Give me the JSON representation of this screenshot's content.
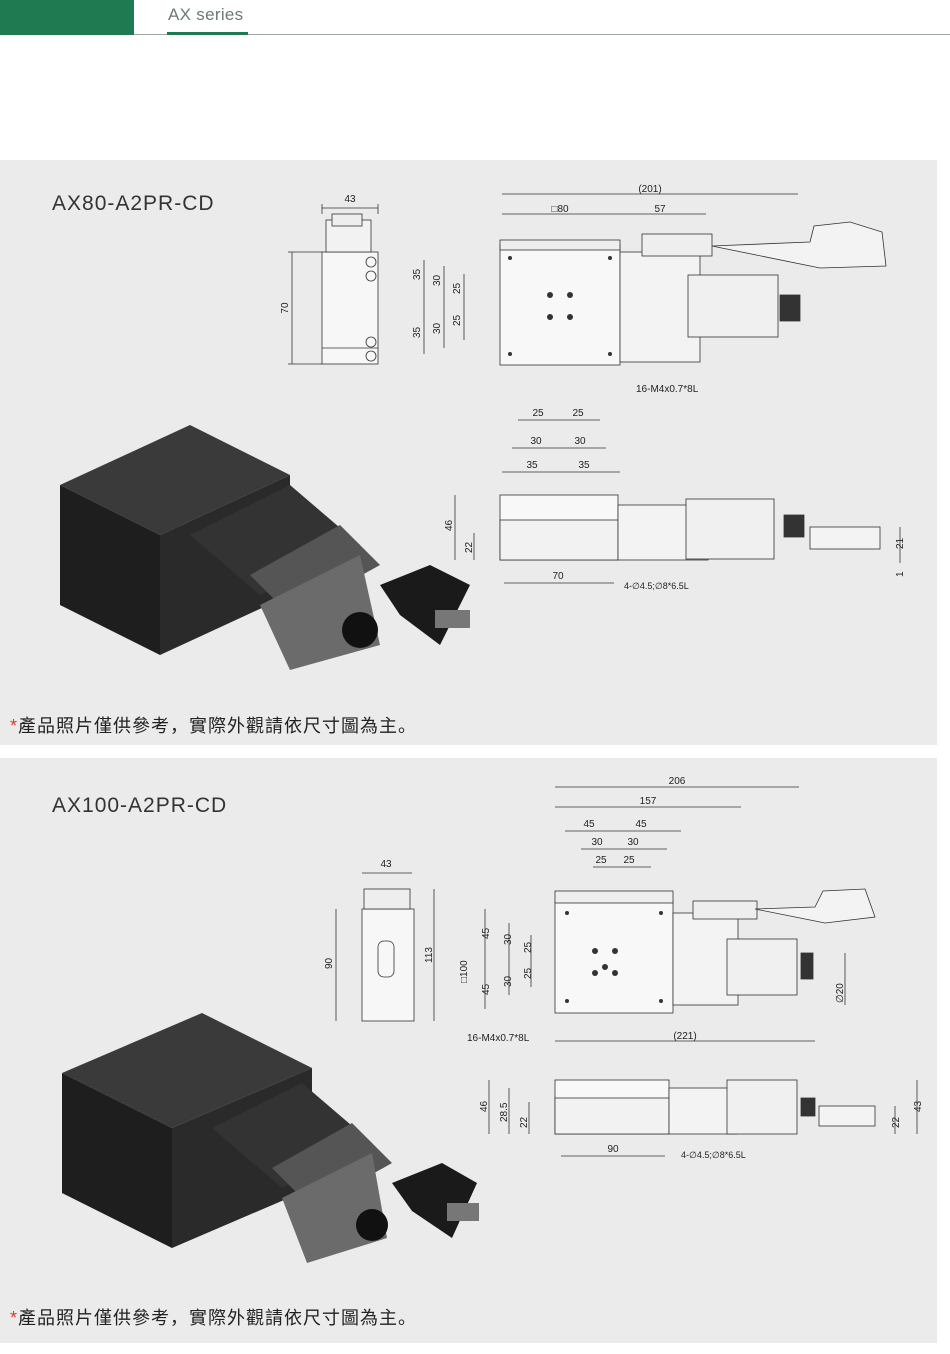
{
  "header": {
    "series": "AX series",
    "accent_color": "#1f7a52"
  },
  "products": [
    {
      "model": "AX80-A2PR-CD",
      "note_star": "*",
      "note": "產品照片僅供參考，實際外觀請依尺寸圖為主。",
      "dims": {
        "side_width": "43",
        "side_height": "70",
        "top_left_35a": "35",
        "top_left_35b": "35",
        "top_left_30a": "30",
        "top_left_30b": "30",
        "top_left_25a": "25",
        "top_left_25b": "25",
        "overall": "(201)",
        "square": "□80",
        "motor": "57",
        "thread": "16-M4x0.7*8L",
        "bot_25a": "25",
        "bot_25b": "25",
        "bot_30a": "30",
        "bot_30b": "30",
        "bot_35a": "35",
        "bot_35b": "35",
        "front_height": "46",
        "front_22": "22",
        "front_70": "70",
        "front_hole": "4-∅4.5;∅8*6.5L",
        "right_21": "21",
        "right_1": "1"
      }
    },
    {
      "model": "AX100-A2PR-CD",
      "note_star": "*",
      "note": "產品照片僅供參考，實際外觀請依尺寸圖為主。",
      "dims": {
        "side_width": "43",
        "side_height": "90",
        "side_113": "113",
        "overall": "206",
        "d157": "157",
        "d45a": "45",
        "d45b": "45",
        "d30a": "30",
        "d30b": "30",
        "d25a": "25",
        "d25b": "25",
        "square": "□100",
        "l45a": "45",
        "l45b": "45",
        "l30a": "30",
        "l30b": "30",
        "l25a": "25",
        "l25b": "25",
        "thread": "16-M4x0.7*8L",
        "d221": "(221)",
        "knob": "∅20",
        "front_46": "46",
        "front_285": "28.5",
        "front_22": "22",
        "front_90": "90",
        "front_hole": "4-∅4.5;∅8*6.5L",
        "right_22": "22",
        "right_43": "43"
      }
    }
  ]
}
